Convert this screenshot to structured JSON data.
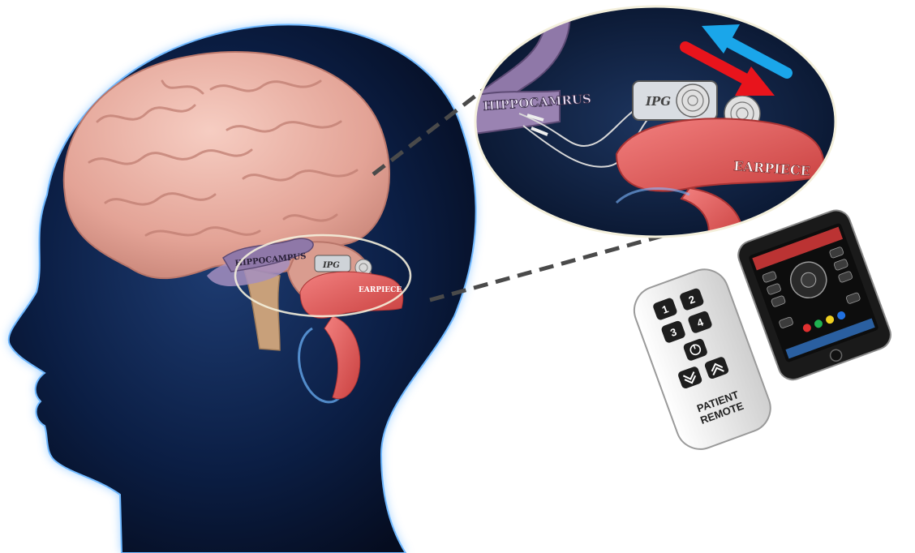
{
  "labels": {
    "hippocampus_small": "HIPPOCAMPUS",
    "hippocampus_zoom": "HIPPOCAMRUS",
    "ipg_small": "IPG",
    "ipg_zoom": "IPG",
    "earpiece_small": "EARPIECE",
    "earpiece_zoom": "EARPIECE",
    "patient_remote_line1": "PATIENT",
    "patient_remote_line2": "REMOTE",
    "remote_buttons": [
      "1",
      "2",
      "3",
      "4"
    ]
  },
  "colors": {
    "head": "#0a1a3a",
    "head_glow": "#4aa6ff",
    "brain": "#e9b0a6",
    "hippocampus": "#8f78a8",
    "earpiece": "#e0585a",
    "arrow_red": "#e8141c",
    "arrow_blue": "#1aa6ea",
    "remote_body": "#e8e8e8",
    "phone_body": "#1a1a1a"
  },
  "icons": [
    "power-icon",
    "chevron-down-icon",
    "chevron-up-icon",
    "dpad-icon"
  ]
}
